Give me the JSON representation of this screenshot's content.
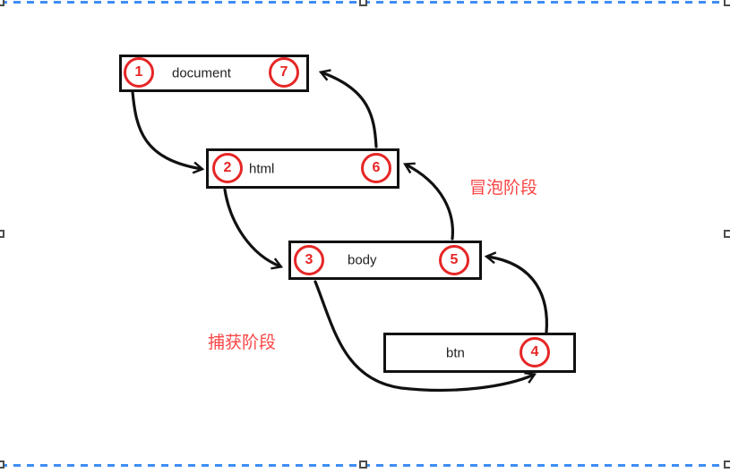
{
  "diagram": {
    "nodes": [
      {
        "id": "document",
        "label": "document",
        "left_badge": "1",
        "right_badge": "7"
      },
      {
        "id": "html",
        "label": "html",
        "left_badge": "2",
        "right_badge": "6"
      },
      {
        "id": "body",
        "label": "body",
        "left_badge": "3",
        "right_badge": "5"
      },
      {
        "id": "btn",
        "label": "btn",
        "right_badge": "4"
      }
    ],
    "labels": {
      "bubble_phase": "冒泡阶段",
      "capture_phase": "捕获阶段"
    },
    "colors": {
      "line_black": "#111111",
      "badge_red": "#e62626",
      "phase_label_red": "#fa4545",
      "selection_blue": "#3e8df5",
      "handle_gray": "#4d4d4d"
    }
  }
}
